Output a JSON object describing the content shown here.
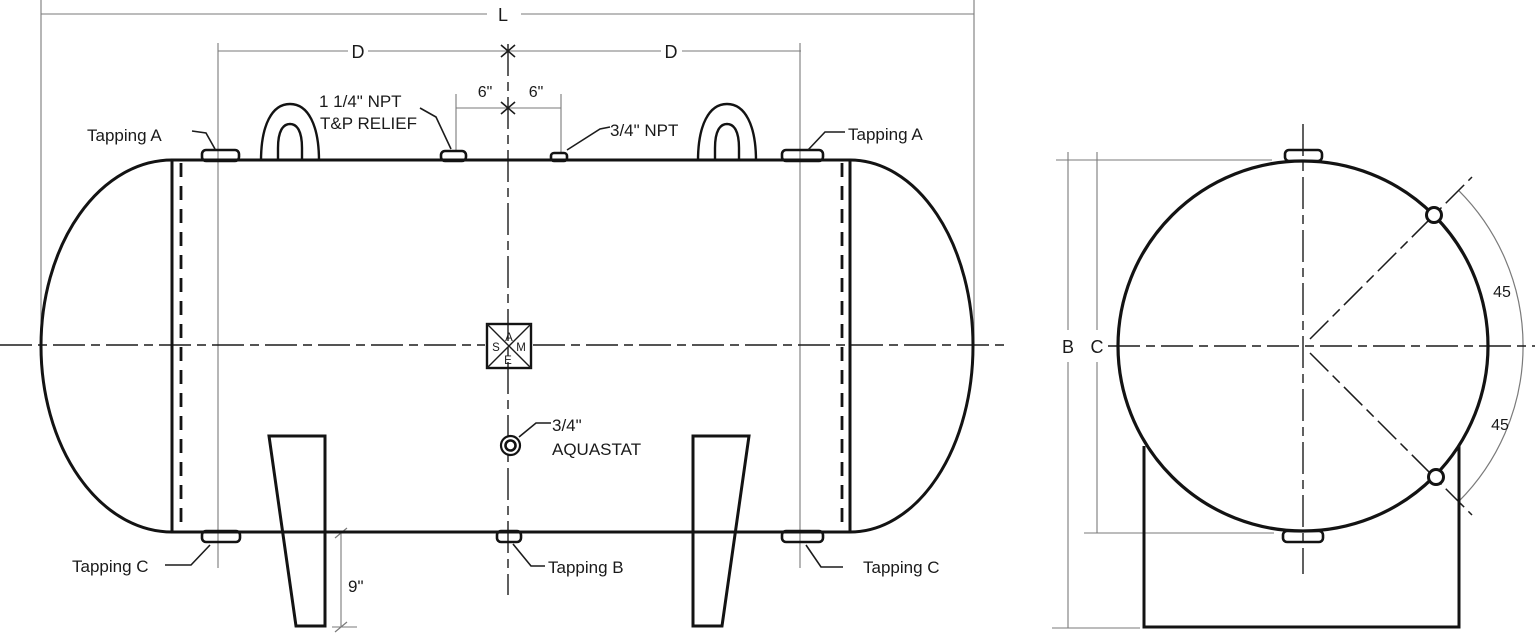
{
  "diagram": {
    "type": "engineering-drawing",
    "subject": "horizontal storage tank with tappings — side elevation and end view",
    "colors": {
      "line": "#131313",
      "thin_line": "#7a7a7a",
      "background": "#ffffff"
    },
    "side_view": {
      "dims": {
        "length": "L",
        "d_left": "D",
        "d_right": "D",
        "six_left": "6\"",
        "six_right": "6\"",
        "nine": "9\""
      },
      "labels": {
        "tapping_a_left": "Tapping A",
        "tp_relief_1": "1 1/4\" NPT",
        "tp_relief_2": "T&P RELIEF",
        "npt": "3/4\" NPT",
        "tapping_a_right": "Tapping A",
        "aquastat_1": "3/4\"",
        "aquastat_2": "AQUASTAT",
        "tapping_c_left": "Tapping C",
        "tapping_b": "Tapping B",
        "tapping_c_right": "Tapping C"
      },
      "stamp": {
        "top": "A",
        "left": "S",
        "right": "M",
        "bottom": "E"
      }
    },
    "end_view": {
      "dims": {
        "b": "B",
        "c": "C",
        "angle_upper": "45",
        "angle_lower": "45"
      }
    }
  }
}
